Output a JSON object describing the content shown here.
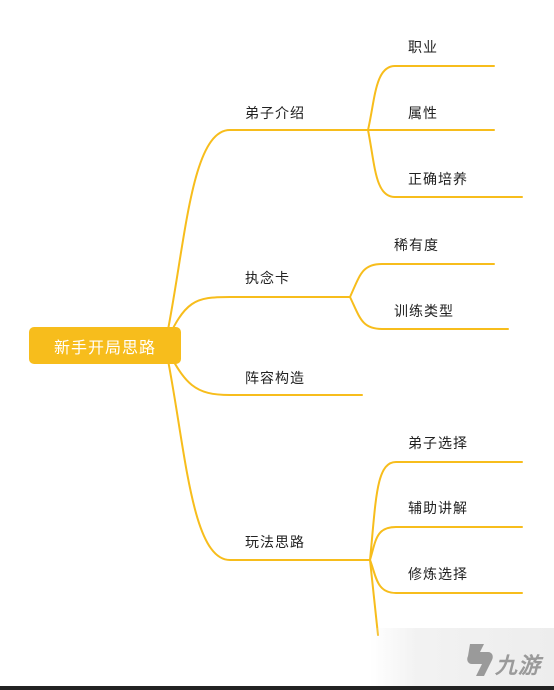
{
  "colors": {
    "branch": "#f7bd1c",
    "root_fill": "#f7bd1c",
    "root_text": "#ffffff",
    "text": "#222222"
  },
  "root": {
    "label": "新手开局思路"
  },
  "branches": [
    {
      "label": "弟子介绍",
      "children": [
        "职业",
        "属性",
        "正确培养"
      ]
    },
    {
      "label": "执念卡",
      "children": [
        "稀有度",
        "训练类型"
      ]
    },
    {
      "label": "阵容构造",
      "children": []
    },
    {
      "label": "玩法思路",
      "children": [
        "弟子选择",
        "辅助讲解",
        "修炼选择"
      ]
    }
  ],
  "watermark": {
    "icon": "jiuyou-logo-icon",
    "text": "九游"
  }
}
